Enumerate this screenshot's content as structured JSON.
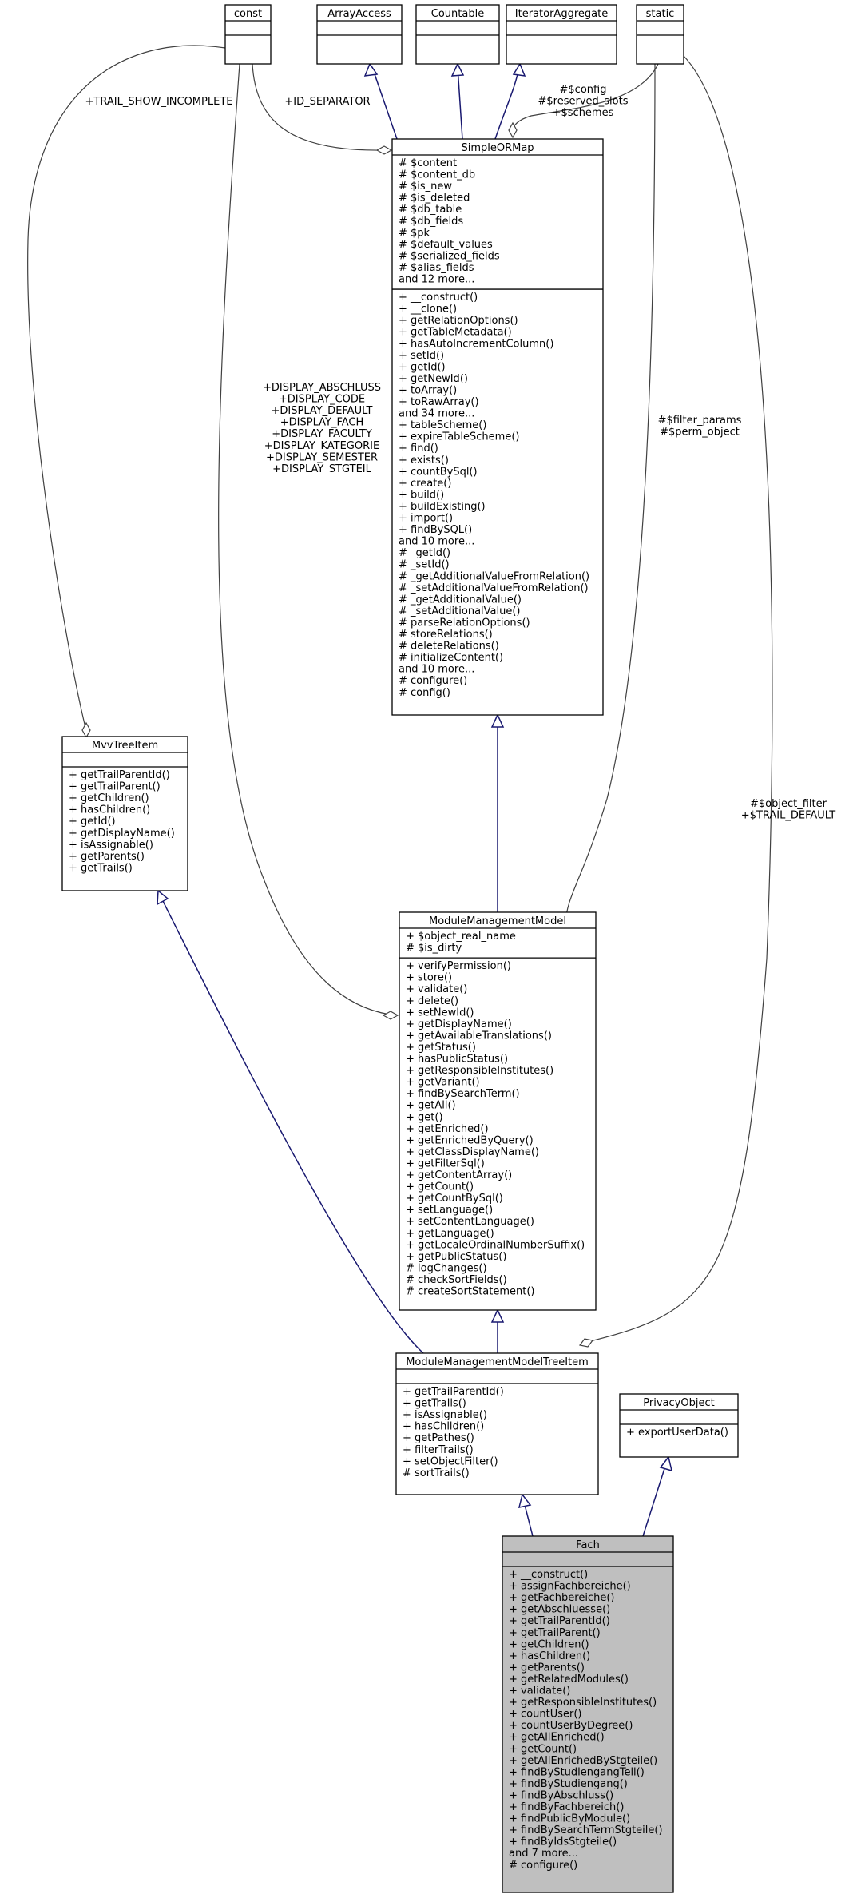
{
  "classes": {
    "const": {
      "name": "const",
      "attrs": [],
      "ops": []
    },
    "arrayaccess": {
      "name": "ArrayAccess",
      "attrs": [],
      "ops": []
    },
    "countable": {
      "name": "Countable",
      "attrs": [],
      "ops": []
    },
    "iteratoraggregate": {
      "name": "IteratorAggregate",
      "attrs": [],
      "ops": []
    },
    "static": {
      "name": "static",
      "attrs": [],
      "ops": []
    },
    "simpleormap": {
      "name": "SimpleORMap",
      "attrs": [
        "# $content",
        "# $content_db",
        "# $is_new",
        "# $is_deleted",
        "# $db_table",
        "# $db_fields",
        "# $pk",
        "# $default_values",
        "# $serialized_fields",
        "# $alias_fields",
        "and 12 more..."
      ],
      "ops": [
        "+ __construct()",
        "+ __clone()",
        "+ getRelationOptions()",
        "+ getTableMetadata()",
        "+ hasAutoIncrementColumn()",
        "+ setId()",
        "+ getId()",
        "+ getNewId()",
        "+ toArray()",
        "+ toRawArray()",
        "and 34 more...",
        "+ tableScheme()",
        "+ expireTableScheme()",
        "+ find()",
        "+ exists()",
        "+ countBySql()",
        "+ create()",
        "+ build()",
        "+ buildExisting()",
        "+ import()",
        "+ findBySQL()",
        "and 10 more...",
        "# _getId()",
        "# _setId()",
        "# _getAdditionalValueFromRelation()",
        "# _setAdditionalValueFromRelation()",
        "# _getAdditionalValue()",
        "# _setAdditionalValue()",
        "# parseRelationOptions()",
        "# storeRelations()",
        "# deleteRelations()",
        "# initializeContent()",
        "and 10 more...",
        "# configure()",
        "# config()"
      ]
    },
    "mvvtreeitem": {
      "name": "MvvTreeItem",
      "attrs": [],
      "ops": [
        "+ getTrailParentId()",
        "+ getTrailParent()",
        "+ getChildren()",
        "+ hasChildren()",
        "+ getId()",
        "+ getDisplayName()",
        "+ isAssignable()",
        "+ getParents()",
        "+ getTrails()"
      ]
    },
    "modulemanagementmodel": {
      "name": "ModuleManagementModel",
      "attrs": [
        "+ $object_real_name",
        "# $is_dirty"
      ],
      "ops": [
        "+ verifyPermission()",
        "+ store()",
        "+ validate()",
        "+ delete()",
        "+ setNewId()",
        "+ getDisplayName()",
        "+ getAvailableTranslations()",
        "+ getStatus()",
        "+ hasPublicStatus()",
        "+ getResponsibleInstitutes()",
        "+ getVariant()",
        "+ findBySearchTerm()",
        "+ getAll()",
        "+ get()",
        "+ getEnriched()",
        "+ getEnrichedByQuery()",
        "+ getClassDisplayName()",
        "+ getFilterSql()",
        "+ getContentArray()",
        "+ getCount()",
        "+ getCountBySql()",
        "+ setLanguage()",
        "+ setContentLanguage()",
        "+ getLanguage()",
        "+ getLocaleOrdinalNumberSuffix()",
        "+ getPublicStatus()",
        "# logChanges()",
        "# checkSortFields()",
        "# createSortStatement()"
      ]
    },
    "mmmtreeitem": {
      "name": "ModuleManagementModelTreeItem",
      "attrs": [],
      "ops": [
        "+ getTrailParentId()",
        "+ getTrails()",
        "+ isAssignable()",
        "+ hasChildren()",
        "+ getPathes()",
        "+ filterTrails()",
        "+ setObjectFilter()",
        "# sortTrails()"
      ]
    },
    "privacyobject": {
      "name": "PrivacyObject",
      "attrs": [],
      "ops": [
        "+ exportUserData()"
      ]
    },
    "fach": {
      "name": "Fach",
      "attrs": [],
      "ops": [
        "+ __construct()",
        "+ assignFachbereiche()",
        "+ getFachbereiche()",
        "+ getAbschluesse()",
        "+ getTrailParentId()",
        "+ getTrailParent()",
        "+ getChildren()",
        "+ hasChildren()",
        "+ getParents()",
        "+ getRelatedModules()",
        "+ validate()",
        "+ getResponsibleInstitutes()",
        "+ countUser()",
        "+ countUserByDegree()",
        "+ getAllEnriched()",
        "+ getCount()",
        "+ getAllEnrichedByStgteile()",
        "+ findByStudiengangTeil()",
        "+ findByStudiengang()",
        "+ findByAbschluss()",
        "+ findByFachbereich()",
        "+ findPublicByModule()",
        "+ findBySearchTermStgteile()",
        "+ findByIdsStgteile()",
        "and 7 more...",
        "# configure()"
      ]
    }
  },
  "edge_labels": {
    "trail_show_incomplete": [
      "+TRAIL_SHOW_INCOMPLETE"
    ],
    "id_separator": [
      "+ID_SEPARATOR"
    ],
    "config": [
      "#$config",
      "#$reserved_slots",
      "+$schemes"
    ],
    "display": [
      "+DISPLAY_ABSCHLUSS",
      "+DISPLAY_CODE",
      "+DISPLAY_DEFAULT",
      "+DISPLAY_FACH",
      "+DISPLAY_FACULTY",
      "+DISPLAY_KATEGORIE",
      "+DISPLAY_SEMESTER",
      "+DISPLAY_STGTEIL"
    ],
    "filter_params": [
      "#$filter_params",
      "#$perm_object"
    ],
    "object_filter": [
      "#$object_filter",
      "+$TRAIL_DEFAULT"
    ]
  }
}
